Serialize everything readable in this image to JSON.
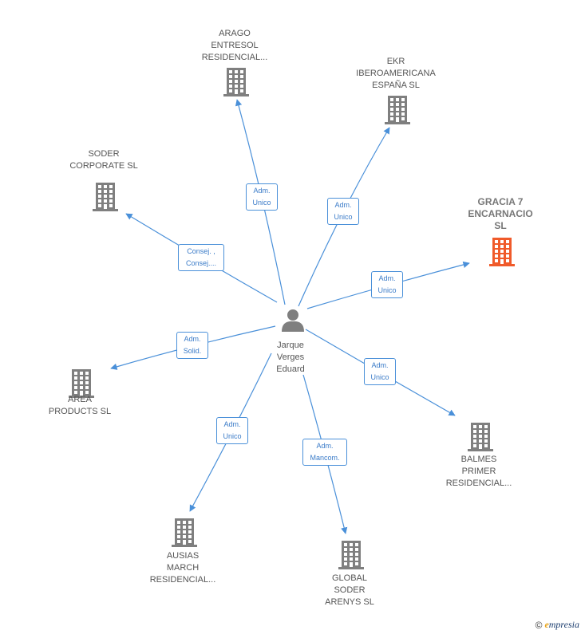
{
  "colors": {
    "edge": "#4a90d9",
    "building": "#7f7f7f",
    "building_highlight": "#f05a2a",
    "person": "#7f7f7f"
  },
  "center": {
    "label": "Jarque\nVerges\nEduard",
    "icon": "person-icon"
  },
  "nodes": [
    {
      "id": "arago",
      "label": "ARAGO\nENTRESOL\nRESIDENCIAL...",
      "icon": "building-icon"
    },
    {
      "id": "ekr",
      "label": "EKR\nIBEROAMERICANA\nESPAÑA  SL",
      "icon": "building-icon"
    },
    {
      "id": "soder-corporate",
      "label": "SODER\nCORPORATE  SL",
      "icon": "building-icon"
    },
    {
      "id": "gracia7",
      "label": "GRACIA 7\nENCARNACIO\nSL",
      "icon": "building-icon",
      "highlight": true
    },
    {
      "id": "area-products",
      "label": "AREA\nPRODUCTS SL",
      "icon": "building-icon"
    },
    {
      "id": "balmes",
      "label": "BALMES\nPRIMER\nRESIDENCIAL...",
      "icon": "building-icon"
    },
    {
      "id": "ausias",
      "label": "AUSIAS\nMARCH\nRESIDENCIAL...",
      "icon": "building-icon"
    },
    {
      "id": "global-soder",
      "label": "GLOBAL\nSODER\nARENYS  SL",
      "icon": "building-icon"
    }
  ],
  "edges": [
    {
      "to": "arago",
      "label": "Adm.\nUnico"
    },
    {
      "to": "ekr",
      "label": "Adm.\nUnico"
    },
    {
      "to": "soder-corporate",
      "label": "Consej. ,\nConsej...."
    },
    {
      "to": "gracia7",
      "label": "Adm.\nUnico"
    },
    {
      "to": "area-products",
      "label": "Adm.\nSolid."
    },
    {
      "to": "balmes",
      "label": "Adm.\nUnico"
    },
    {
      "to": "ausias",
      "label": "Adm.\nUnico"
    },
    {
      "to": "global-soder",
      "label": "Adm.\nMancom."
    }
  ],
  "footer": {
    "copyright": "©",
    "brand_first": "e",
    "brand_rest": "mpresia"
  }
}
